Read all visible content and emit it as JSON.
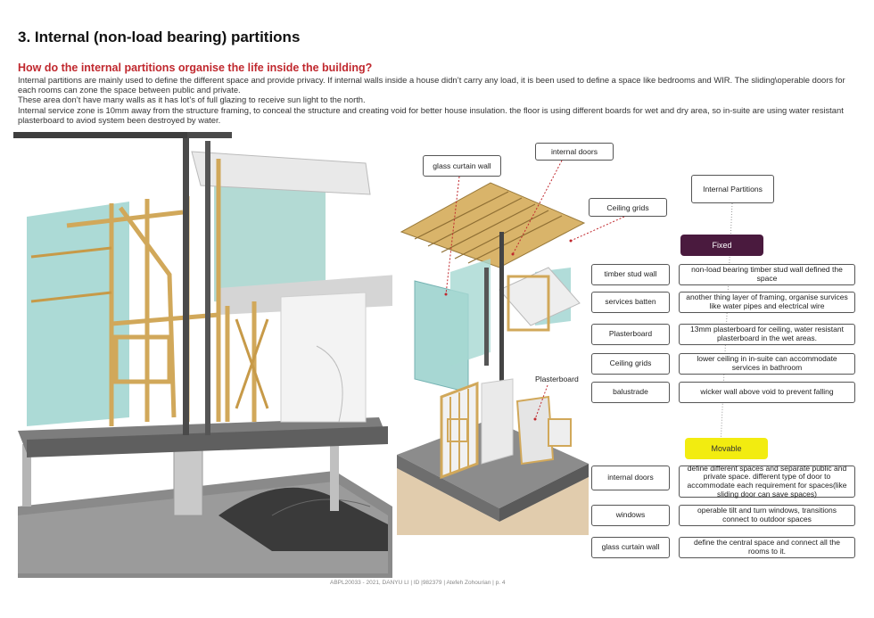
{
  "heading": "3.   Internal (non-load bearing) partitions",
  "question": "How do the internal partitions organise the life inside the building?",
  "intro": [
    "Internal partitions are mainly used to define the different space and provide privacy. If internal walls inside a house didn’t carry any load, it is been used to define a space like bedrooms and WIR. The sliding\\operable doors for each rooms can zone the space between public and private.",
    "These area don’t have many walls as it has lot’s of full glazing to receive sun light to the north.",
    "Internal service zone is 10mm away from the structure framing, to conceal the structure and creating void for better house insulation. the floor is using different boards for wet and dry area, so in-suite are using water resistant plasterboard to aviod system been destroyed by water."
  ],
  "callouts": {
    "glass_curtain_wall": "glass curtain wall",
    "internal_doors": "internal doors",
    "ceiling_grids": "Ceiling grids",
    "plasterboard": "Plasterboard"
  },
  "legend": {
    "title": "Internal Partitions",
    "fixed_header": "Fixed",
    "movable_header": "Movable",
    "fixed_color": "#4a1a3e",
    "movable_color": "#f2ec10",
    "fixed_rows": [
      {
        "label": "timber stud wall",
        "desc": "non-load bearing timber stud wall defined the space"
      },
      {
        "label": "services batten",
        "desc": "another thing layer of framing, organise survices like water pipes and electrical wire"
      },
      {
        "label": "Plasterboard",
        "desc": "13mm plasterboard for ceiling, water resistant plasterboard in the wet areas."
      },
      {
        "label": "Ceiling grids",
        "desc": "lower ceiling in in-suite can accommodate services in bathroom"
      },
      {
        "label": "balustrade",
        "desc": "wicker wall above void to prevent falling"
      }
    ],
    "movable_rows": [
      {
        "label": "internal doors",
        "desc": "define different spaces and separate public and private space. different type of door to accommodate each requirement for spaces(like sliding door can save spaces)"
      },
      {
        "label": "windows",
        "desc": "operable tilt and turn windows, transitions connect to outdoor spaces"
      },
      {
        "label": "glass curtain wall",
        "desc": "define the central space and connect all the rooms to it."
      }
    ]
  },
  "footer": "ABPL20033 - 2021, DANYU LI | ID |982379 | Atefeh Zohourian | p. 4"
}
